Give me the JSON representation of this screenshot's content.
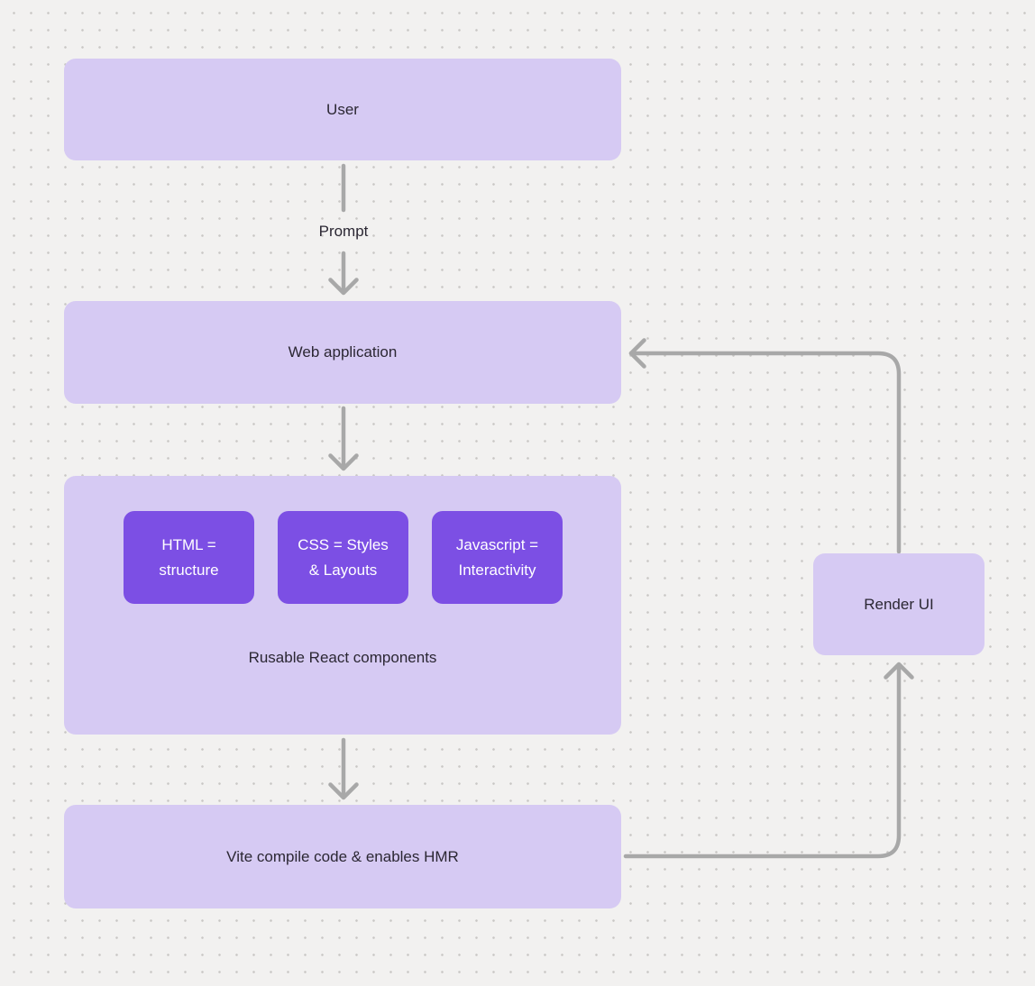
{
  "colors": {
    "bg": "#f2f1f0",
    "dot": "#c9c7c5",
    "box_light": "#d6caf3",
    "box_dark": "#7c4fe4",
    "text_dark": "#2b2733",
    "text_light": "#ffffff",
    "connector": "#a8a8a8"
  },
  "nodes": {
    "user": {
      "label": "User"
    },
    "web_application": {
      "label": "Web application"
    },
    "components_group": {
      "caption": "Rusable React components",
      "children": [
        {
          "line1": "HTML =",
          "line2": "structure"
        },
        {
          "line1": "CSS = Styles",
          "line2": "& Layouts"
        },
        {
          "line1": "Javascript =",
          "line2": "Interactivity"
        }
      ]
    },
    "vite": {
      "label": "Vite compile code & enables HMR"
    },
    "render_ui": {
      "label": "Render UI"
    }
  },
  "edges": {
    "prompt": {
      "label": "Prompt"
    }
  }
}
